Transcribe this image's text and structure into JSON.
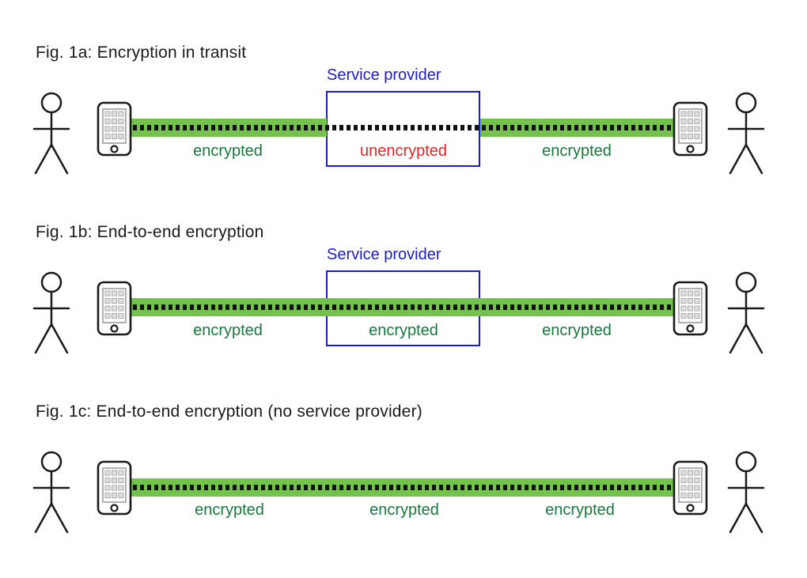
{
  "colors": {
    "band_green": "#72c24b",
    "label_green": "#17793c",
    "provider_blue": "#1c1ccc",
    "unencrypted_red": "#e62429",
    "text_black": "#1a1a1a"
  },
  "icons": {
    "person": "person-icon",
    "phone": "smartphone-icon"
  },
  "figures": [
    {
      "title": "Fig. 1a: Encryption in transit",
      "service_provider_label": "Service provider",
      "segments": [
        {
          "label": "encrypted",
          "state": "encrypted"
        },
        {
          "label": "unencrypted",
          "state": "unencrypted"
        },
        {
          "label": "encrypted",
          "state": "encrypted"
        }
      ]
    },
    {
      "title": "Fig. 1b: End-to-end encryption",
      "service_provider_label": "Service provider",
      "segments": [
        {
          "label": "encrypted",
          "state": "encrypted"
        },
        {
          "label": "encrypted",
          "state": "encrypted"
        },
        {
          "label": "encrypted",
          "state": "encrypted"
        }
      ]
    },
    {
      "title": "Fig. 1c: End-to-end encryption (no service provider)",
      "segments": [
        {
          "label": "encrypted",
          "state": "encrypted"
        },
        {
          "label": "encrypted",
          "state": "encrypted"
        },
        {
          "label": "encrypted",
          "state": "encrypted"
        }
      ]
    }
  ]
}
